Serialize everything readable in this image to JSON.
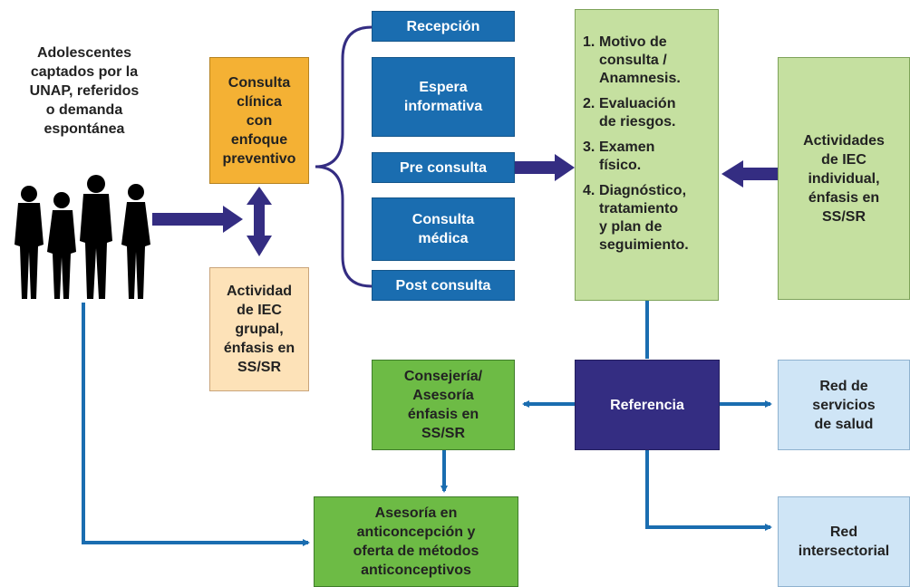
{
  "title": "Adolescentes\ncaptados por la\nUNAP, referidos\no demanda\nespontánea",
  "consulta_clinica": "Consulta\nclínica\ncon\nenfoque\npreventivo",
  "actividad_grupal": "Actividad\nde IEC\ngrupal,\nénfasis en\nSS/SR",
  "steps": {
    "recepcion": "Recepción",
    "espera": "Espera\ninformativa",
    "pre": "Pre consulta",
    "medica": "Consulta\nmédica",
    "post": "Post consulta"
  },
  "procedure": [
    {
      "num": "1.",
      "text": "Motivo de\nconsulta /\nAnamnesis."
    },
    {
      "num": "2.",
      "text": "Evaluación\nde riesgos."
    },
    {
      "num": "3.",
      "text": "Examen\nfísico."
    },
    {
      "num": "4.",
      "text": "Diagnóstico,\ntratamiento\ny plan de\nseguimiento."
    }
  ],
  "actividad_individual": "Actividades\nde IEC\nindividual,\nénfasis en\nSS/SR",
  "consejeria": "Consejería/\nAsesoría\nénfasis en\nSS/SR",
  "referencia": "Referencia",
  "red_salud": "Red de\nservicios\nde salud",
  "red_intersectorial": "Red\nintersectorial",
  "asesoria": "Asesoría en\nanticoncepción y\noferta de métodos\nanticonceptivos",
  "colors": {
    "navy_arrow": "#342d82",
    "blue_arrow": "#1a6db0",
    "bracket": "#342d82"
  }
}
